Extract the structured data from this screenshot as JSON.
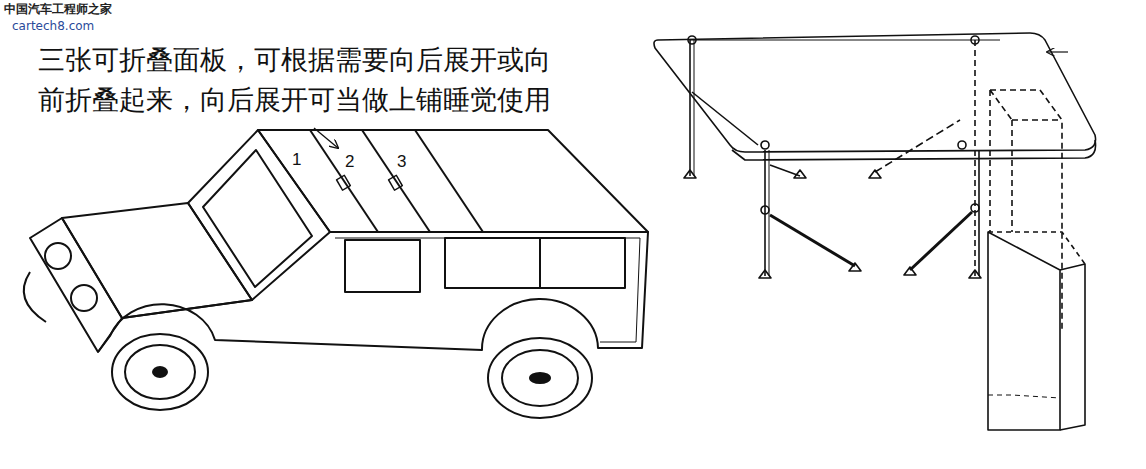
{
  "diagram": {
    "labels": [
      "中国汽车工程师之家",
      "cartech8.com",
      "三张可折叠面板，可根据需要向后展开或向 前折叠起来，向后展开可当做上铺睡觉使用",
      "1",
      "2",
      "3"
    ]
  }
}
